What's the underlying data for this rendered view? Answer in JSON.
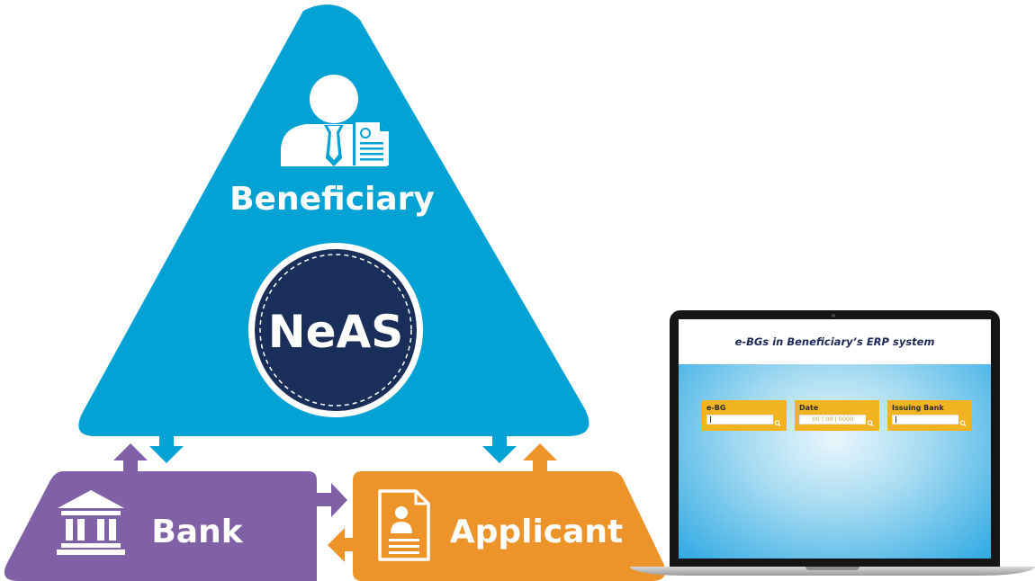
{
  "diagram": {
    "nodes": {
      "beneficiary": {
        "label": "Beneficiary",
        "color": "#03a2d4",
        "icon": "businessman-with-document-icon"
      },
      "neas": {
        "label": "NeAS",
        "color": "#1a2e5a"
      },
      "bank": {
        "label": "Bank",
        "color": "#8061a6",
        "icon": "bank-building-icon"
      },
      "applicant": {
        "label": "Applicant",
        "color": "#ec9429",
        "icon": "applicant-document-icon"
      }
    },
    "edges": [
      {
        "from": "beneficiary",
        "to": "bank"
      },
      {
        "from": "bank",
        "to": "beneficiary"
      },
      {
        "from": "beneficiary",
        "to": "applicant"
      },
      {
        "from": "applicant",
        "to": "beneficiary"
      },
      {
        "from": "bank",
        "to": "applicant"
      },
      {
        "from": "applicant",
        "to": "bank"
      }
    ]
  },
  "laptop": {
    "title": "e-BGs in Beneficiary’s ERP system",
    "fields": [
      {
        "label": "e-BG",
        "value": ""
      },
      {
        "label": "Date",
        "placeholder": "00 | 00 | 0000"
      },
      {
        "label": "Issuing Bank",
        "value": ""
      }
    ],
    "accent_color": "#f2b321",
    "screen_color": "#2fa9e3"
  }
}
